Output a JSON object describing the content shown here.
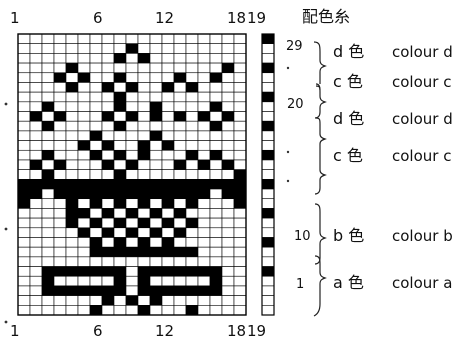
{
  "title": "配色糸",
  "column_numbers": [
    "1",
    "6",
    "12",
    "18",
    "19"
  ],
  "row_numbers": [
    "29",
    "20",
    "10",
    "1"
  ],
  "legend": [
    {
      "kanji": "d 色",
      "label": "colour d"
    },
    {
      "kanji": "c 色",
      "label": "colour c"
    },
    {
      "kanji": "d 色",
      "label": "colour d"
    },
    {
      "kanji": "c 色",
      "label": "colour c"
    },
    {
      "kanji": "b 色",
      "label": "colour b"
    },
    {
      "kanji": "a 色",
      "label": "colour a"
    }
  ],
  "chart": {
    "columns": 19,
    "rows": 29,
    "pattern": [
      "...................",
      ".........#.........",
      "........#.#........",
      "....#............#.",
      "...#.#..#....#..#..",
      "....#..#.#..#.#....",
      "........#..........",
      "..#.....#..#....#..",
      ".#.#...#.#.#.#.#.#.",
      "..#.....#.......#..",
      "......#....#.......",
      ".....#.#..#.#......",
      "..#...#.#.#...#.#..",
      ".#.#...#.#...#.#.#.",
      "..#.....#.........#",
      "###################",
      "##.#############.##",
      "#...#.#.#.#.#.#...#",
      "....##.#.#.#.#.....",
      "....#.#.#.#.#.#....",
      ".....#.#.#.#.#.....",
      "......#.#.#.#......",
      "......#########....",
      "...................",
      "..#######.#######..",
      "..#.....#.#.....#..",
      "..#######.#######..",
      ".......#.#.#.......",
      "......#...#...#...."
    ],
    "side_column": [
      "#",
      ".",
      ".",
      "#",
      ".",
      ".",
      "#",
      ".",
      ".",
      "#",
      ".",
      ".",
      "#",
      ".",
      ".",
      "#",
      ".",
      ".",
      "#",
      ".",
      ".",
      "#",
      ".",
      ".",
      "#",
      ".",
      ".",
      ".",
      "."
    ]
  }
}
